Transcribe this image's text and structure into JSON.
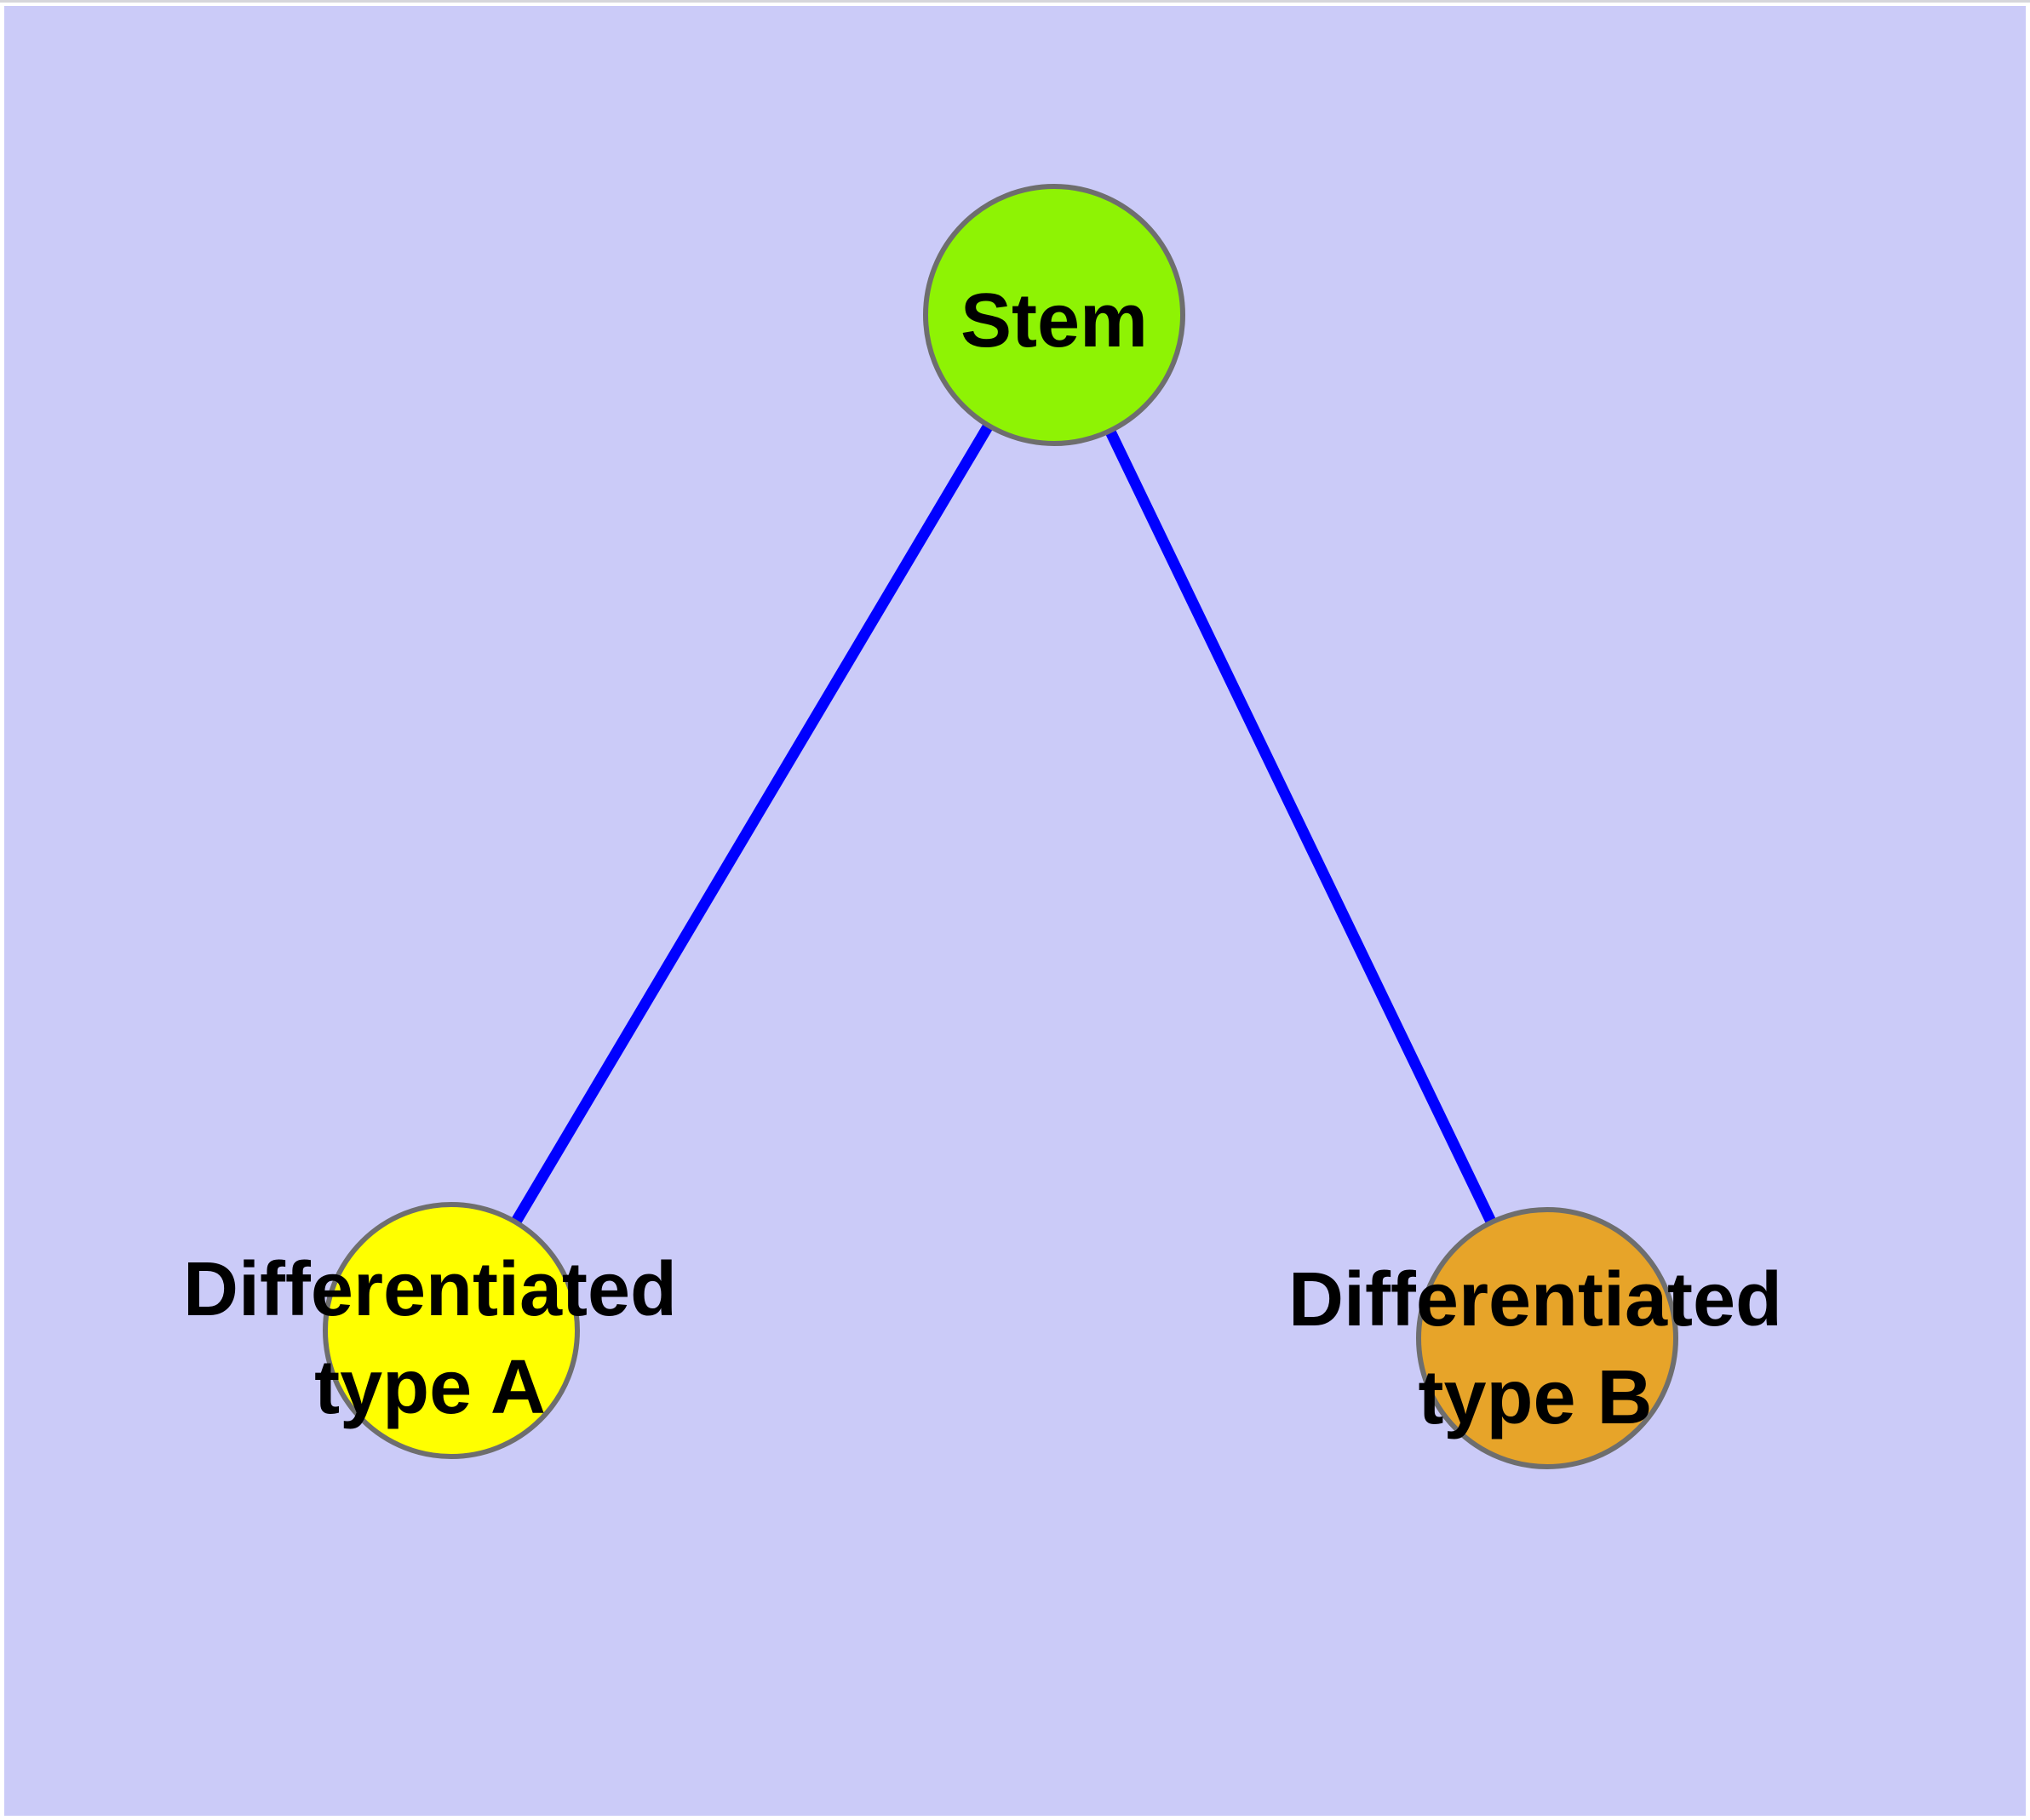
{
  "figure": {
    "background_color": "#CBCBF8",
    "frame_color": "#FFFFFF",
    "top_hairline_color": "#B4B4BE",
    "edge_color": "#0000FF",
    "node_border_color": "#6E6E6E",
    "label_color": "#000000",
    "nodes": [
      {
        "id": "stem",
        "label": "Stem",
        "fill_color": "#8EF304"
      },
      {
        "id": "differentiated-type-a",
        "label_line1": "Differentiated",
        "label_line2": "type A",
        "fill_color": "#FFFF00"
      },
      {
        "id": "differentiated-type-b",
        "label_line1": "Differentiated",
        "label_line2": "type B",
        "fill_color": "#E7A429"
      }
    ],
    "edges": [
      {
        "from": "Stem",
        "to": "Differentiated type A"
      },
      {
        "from": "Stem",
        "to": "Differentiated type B"
      }
    ]
  }
}
